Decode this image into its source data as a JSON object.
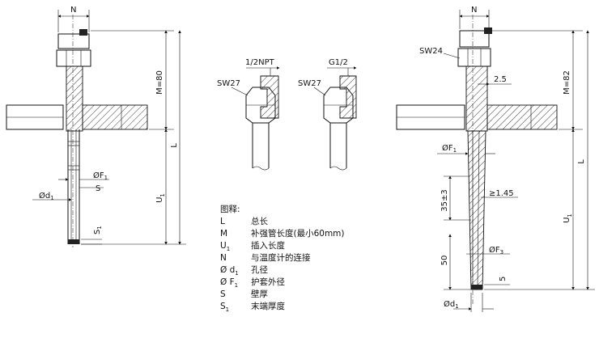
{
  "colors": {
    "line": "#111111",
    "background": "#ffffff",
    "fill_dark": "#222222"
  },
  "left_drawing": {
    "dim_n": "N",
    "dim_m": "M=80",
    "dim_l": "L",
    "dim_u": "U",
    "dim_u_sub": "1",
    "dim_f": "ØF",
    "dim_f_sub": "1",
    "dim_s": "S",
    "dim_d": "Ød",
    "dim_d_sub": "1",
    "dim_s1": "S",
    "dim_s1_sub": "1"
  },
  "middle_drawings": {
    "npt_thread": "1/2NPT",
    "npt_wrench": "SW27",
    "g_thread": "G1/2",
    "g_wrench": "SW27"
  },
  "right_drawing": {
    "dim_n": "N",
    "wrench": "SW24",
    "dim_m": "M=82",
    "dim_l": "L",
    "dim_u": "U",
    "dim_u_sub": "1",
    "dim_wall": "2.5",
    "dim_f1": "ØF",
    "dim_f1_sub": "1",
    "dim_taper": "35±3",
    "dim_min_wall": "≥1.45",
    "dim_50": "50",
    "dim_f3": "ØF",
    "dim_f3_sub": "3",
    "dim_5": "5",
    "dim_d": "Ød",
    "dim_d_sub": "1"
  },
  "legend": {
    "title": "图释:",
    "items": [
      {
        "sym": "L",
        "sub": "",
        "desc": "总长"
      },
      {
        "sym": "M",
        "sub": "",
        "desc": "补强管长度(最小60mm)"
      },
      {
        "sym": "U",
        "sub": "1",
        "desc": "插入长度"
      },
      {
        "sym": "N",
        "sub": "",
        "desc": "与温度计的连接"
      },
      {
        "sym": "Ø d",
        "sub": "1",
        "desc": "孔径"
      },
      {
        "sym": "Ø F",
        "sub": "1",
        "desc": "护套外径"
      },
      {
        "sym": "S",
        "sub": "",
        "desc": "壁厚"
      },
      {
        "sym": "S",
        "sub": "1",
        "desc": "末端厚度"
      }
    ]
  }
}
